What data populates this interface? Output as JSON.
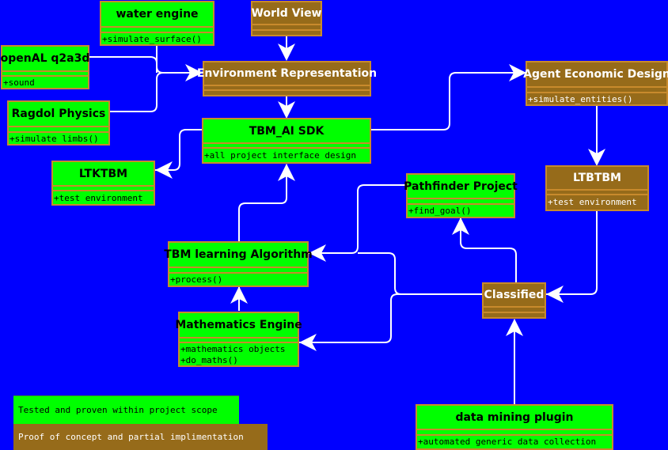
{
  "classes": {
    "world_view": {
      "title": "World View",
      "operations": []
    },
    "water_engine": {
      "title": "water engine",
      "operations": [
        "+simulate_surface()"
      ]
    },
    "openal": {
      "title": "openAL q2a3d",
      "operations": [
        "+sound"
      ]
    },
    "ragdol": {
      "title": "Ragdol Physics",
      "operations": [
        "+simulate limbs()"
      ]
    },
    "env_rep": {
      "title": "Environment Representation",
      "operations": []
    },
    "agent_econ": {
      "title": "Agent Economic Design",
      "operations": [
        "+simulate_entities()"
      ]
    },
    "tbm_sdk": {
      "title": "TBM_AI SDK",
      "operations": [
        "+all project interface design"
      ]
    },
    "ltktbm": {
      "title": "LTKTBM",
      "operations": [
        "+test environment"
      ]
    },
    "ltbtbm": {
      "title": "LTBTBM",
      "operations": [
        "+test environment"
      ]
    },
    "pathfinder": {
      "title": "Pathfinder Project",
      "operations": [
        "+find_goal()"
      ]
    },
    "tbm_learning": {
      "title": "TBM learning Algorithm",
      "operations": [
        "+process()"
      ]
    },
    "classified": {
      "title": "Classified",
      "operations": []
    },
    "math_engine": {
      "title": "Mathematics Engine",
      "operations": [
        "+mathematics objects",
        "+do_maths()"
      ]
    },
    "data_mining": {
      "title": "data mining plugin",
      "operations": [
        "+automated generic data collection"
      ]
    }
  },
  "legend": {
    "tested": "Tested and proven within project scope",
    "proof": "Proof of concept and partial implimentation"
  },
  "colors": {
    "background": "#0000ff",
    "implemented": "#00ff00",
    "partial": "#966b1a",
    "border": "#c88a2c",
    "connector": "#ffffff"
  }
}
